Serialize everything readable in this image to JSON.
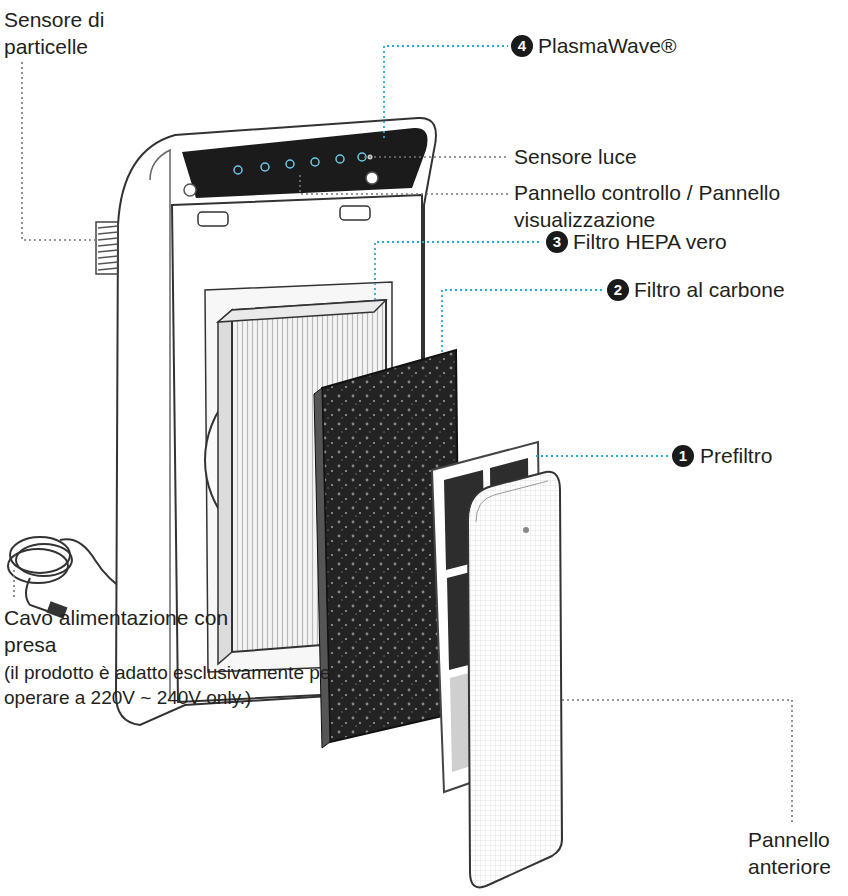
{
  "diagram": {
    "labels": [
      "Sensore di particelle",
      "4",
      "PlasmaWave®",
      "Sensore luce",
      "Pannello controllo / Pannello visualizzazione",
      "3",
      "Filtro HEPA vero",
      "2",
      "Filtro al carbone",
      "1",
      "Prefiltro",
      "Cavo alimentazione con presa",
      "(il prodotto è adatto esclusivamente per operare a 220V ~ 240V only.)",
      "Pannello anteriore"
    ]
  }
}
